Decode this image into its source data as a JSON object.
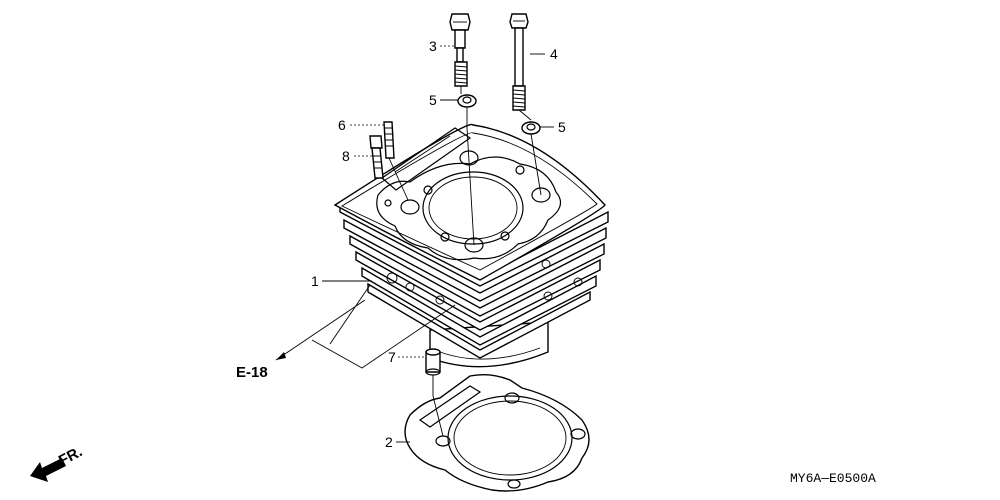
{
  "callouts": {
    "c1": "1",
    "c2": "2",
    "c3": "3",
    "c4": "4",
    "c5a": "5",
    "c5b": "5",
    "c6": "6",
    "c7": "7",
    "c8": "8"
  },
  "reference": "E-18",
  "front_label": "FR.",
  "diagram_code": "MY6A—E0500A"
}
